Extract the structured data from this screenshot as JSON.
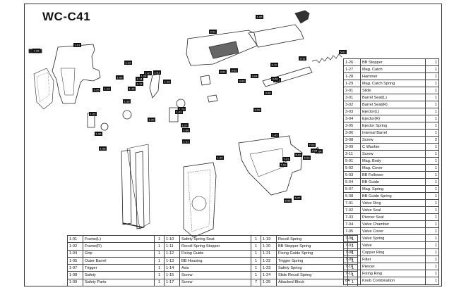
{
  "diagram": {
    "model_title": "WC-C41",
    "callouts": [
      "1-28",
      "1-01",
      "1-22",
      "1-12",
      "1-09",
      "1-13",
      "1-25",
      "1-15",
      "1-24",
      "1-11",
      "1-14",
      "1-07",
      "1-10",
      "1-21",
      "1-18",
      "1-20",
      "1-19",
      "1-23",
      "1-27",
      "1-26",
      "1-08",
      "1-06",
      "1-17",
      "2-01",
      "1-05",
      "3-01",
      "3-02",
      "3-03",
      "3-04",
      "3-05",
      "3-06",
      "3-08",
      "3-09",
      "3-10",
      "3-11",
      "5-01",
      "5-02",
      "5-03",
      "5-04",
      "5-07",
      "5-08",
      "1-04",
      "1-02",
      "7-01",
      "7-02",
      "7-03",
      "7-04"
    ]
  },
  "side_parts": [
    {
      "code": "1-26",
      "name": "BB Stopper",
      "qty": "1"
    },
    {
      "code": "1-27",
      "name": "Mag. Catch",
      "qty": "1"
    },
    {
      "code": "1-28",
      "name": "Hammer",
      "qty": "1"
    },
    {
      "code": "1-29",
      "name": "Mag. Catch Spring",
      "qty": "1"
    },
    {
      "code": "2-01",
      "name": "Slide",
      "qty": "1"
    },
    {
      "code": "3-01",
      "name": "Barrel Seat(L)",
      "qty": "1"
    },
    {
      "code": "3-02",
      "name": "Barrel Seat(R)",
      "qty": "1"
    },
    {
      "code": "3-03",
      "name": "Ejector(L)",
      "qty": "1"
    },
    {
      "code": "3-04",
      "name": "Ejector(R)",
      "qty": "1"
    },
    {
      "code": "3-05",
      "name": "Ejector Spring",
      "qty": "1"
    },
    {
      "code": "3-06",
      "name": "Internal Barrel",
      "qty": "1"
    },
    {
      "code": "3-08",
      "name": "Screw",
      "qty": "2"
    },
    {
      "code": "3-09",
      "name": "C Washer",
      "qty": "1"
    },
    {
      "code": "3-11",
      "name": "Screw",
      "qty": "1"
    },
    {
      "code": "5-01",
      "name": "Mag. Body",
      "qty": "1"
    },
    {
      "code": "5-02",
      "name": "Mag. Cover",
      "qty": "1"
    },
    {
      "code": "5-03",
      "name": "BB Follower",
      "qty": "1"
    },
    {
      "code": "5-04",
      "name": "BB Guide",
      "qty": "1"
    },
    {
      "code": "5-07",
      "name": "Mag. Spring",
      "qty": "1"
    },
    {
      "code": "5-08",
      "name": "BB Guide Spring",
      "qty": "1"
    },
    {
      "code": "7-01",
      "name": "Valve Ring",
      "qty": "1"
    },
    {
      "code": "7-02",
      "name": "Valve Seal",
      "qty": "1"
    },
    {
      "code": "7-03",
      "name": "Piercer Seal",
      "qty": "1"
    },
    {
      "code": "7-04",
      "name": "Valve Chamber",
      "qty": "1"
    },
    {
      "code": "7-05",
      "name": "Valve Cover",
      "qty": "1"
    },
    {
      "code": "7-06",
      "name": "Valve Spring",
      "qty": "1"
    },
    {
      "code": "7-07",
      "name": "Valve",
      "qty": "1"
    },
    {
      "code": "7-08",
      "name": "Copper Ring",
      "qty": "1"
    },
    {
      "code": "7-09",
      "name": "Filter",
      "qty": "1"
    },
    {
      "code": "7-10",
      "name": "Piercer",
      "qty": "1"
    },
    {
      "code": "7-11",
      "name": "Fixing Ring",
      "qty": "1"
    },
    {
      "code": "8A",
      "name": "Knob Combination",
      "qty": "1"
    }
  ],
  "bottom_parts": [
    [
      {
        "code": "1-01",
        "name": "Frame(L)",
        "qty": "1"
      },
      {
        "code": "1-10",
        "name": "Safety Spring Seat",
        "qty": "1"
      },
      {
        "code": "1-19",
        "name": "Recoil Spring",
        "qty": "1"
      }
    ],
    [
      {
        "code": "1-02",
        "name": "Frame(R)",
        "qty": "1"
      },
      {
        "code": "1-11",
        "name": "Recoil Spring Stopper",
        "qty": "1"
      },
      {
        "code": "1-20",
        "name": "BB Stopper Spring",
        "qty": "1"
      }
    ],
    [
      {
        "code": "1-04",
        "name": "Grip",
        "qty": "1"
      },
      {
        "code": "1-12",
        "name": "Fixing Guide",
        "qty": "1"
      },
      {
        "code": "1-21",
        "name": "Fixing Guide Spring",
        "qty": "1"
      }
    ],
    [
      {
        "code": "1-05",
        "name": "Outer Barrel",
        "qty": "1"
      },
      {
        "code": "1-13",
        "name": "BB Housing",
        "qty": "1"
      },
      {
        "code": "1-22",
        "name": "Trigger Spring",
        "qty": "1"
      }
    ],
    [
      {
        "code": "1-07",
        "name": "Trigger",
        "qty": "1"
      },
      {
        "code": "1-14",
        "name": "Axis",
        "qty": "1"
      },
      {
        "code": "1-23",
        "name": "Safety Spring",
        "qty": "1"
      }
    ],
    [
      {
        "code": "1-08",
        "name": "Safety",
        "qty": "1"
      },
      {
        "code": "1-15",
        "name": "Screw",
        "qty": "1"
      },
      {
        "code": "1-24",
        "name": "Slide Recoil Spring",
        "qty": "1"
      }
    ],
    [
      {
        "code": "1-09",
        "name": "Safety Parts",
        "qty": "1"
      },
      {
        "code": "1-17",
        "name": "Screw",
        "qty": "7"
      },
      {
        "code": "1-25",
        "name": "Attacked Block",
        "qty": "1"
      }
    ]
  ]
}
